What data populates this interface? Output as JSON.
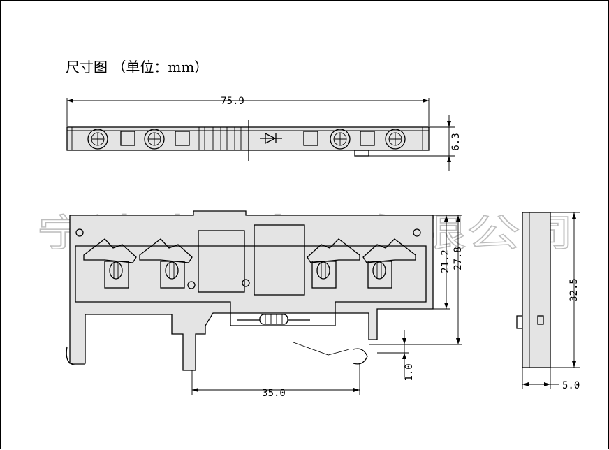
{
  "title": "尺寸图 （单位：mm）",
  "watermark": "宁波速普电子有限公司",
  "dimensions": {
    "total_length": "75.9",
    "top_height": "6.3",
    "height_inner": "21.2",
    "height_outer": "27.8",
    "rail_offset": "1.0",
    "rail_width": "35.0",
    "side_height": "32.5",
    "side_width": "5.0"
  },
  "colors": {
    "line": "#000000",
    "watermark": "#bdbdbd",
    "fill": "#e4e4e4"
  }
}
